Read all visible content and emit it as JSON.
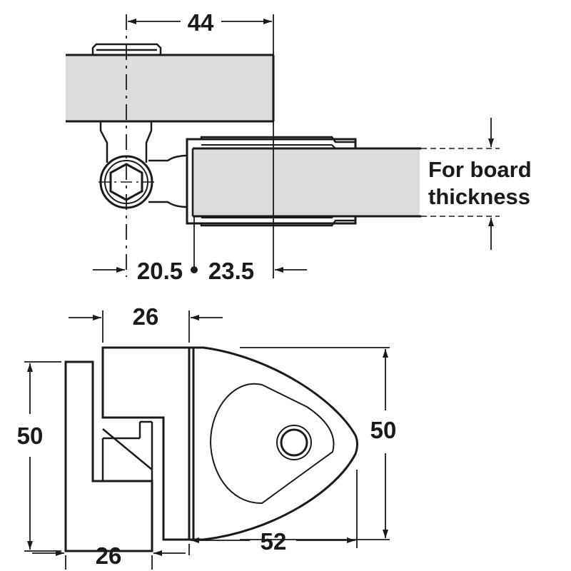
{
  "top_view": {
    "dim_width": "44",
    "dim_left": "20.5",
    "dim_right": "23.5",
    "board_label_line1": "For board",
    "board_label_line2": "thickness"
  },
  "bottom_view": {
    "dim_top_width": "26",
    "dim_bottom_width": "26",
    "dim_left_height": "50",
    "dim_right_height": "50",
    "dim_length": "52"
  },
  "colors": {
    "board_fill": "#dcdcdc",
    "line": "#1a1a1a"
  }
}
